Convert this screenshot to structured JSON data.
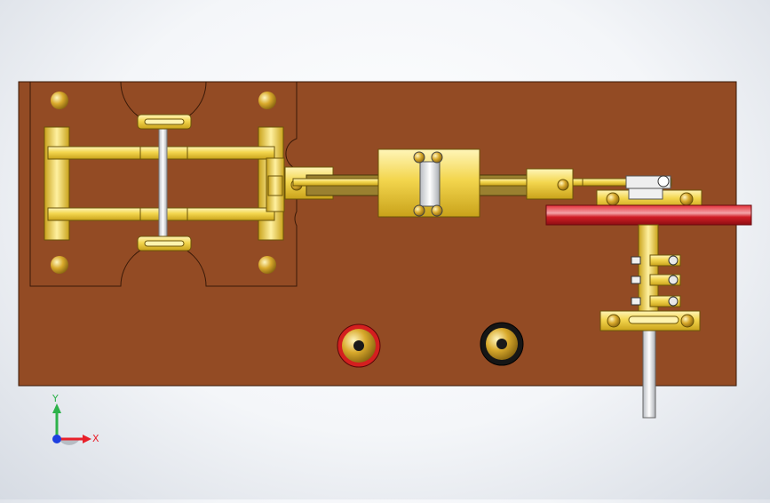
{
  "window": {
    "type": "cad-3d-viewport"
  },
  "triad": {
    "x_label": "X",
    "y_label": "Y",
    "x_color": "#e8202a",
    "y_color": "#2db24a",
    "z_color": "#1e3fe0"
  },
  "model": {
    "base_color": "#934b24",
    "brass_color": "#f3d64e",
    "flywheel_color": "#c8141c",
    "terminal_red_color": "#d41f1f",
    "terminal_black_color": "#161616"
  }
}
